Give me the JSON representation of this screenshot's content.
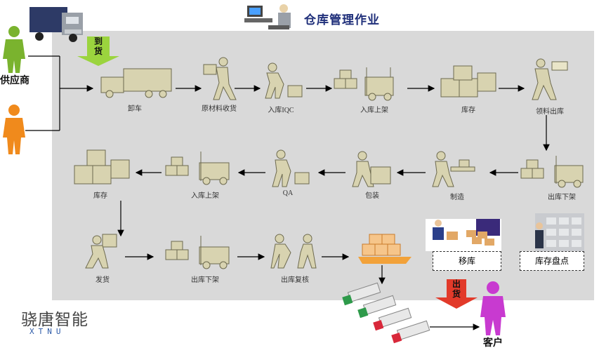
{
  "title": "仓库管理作业",
  "supplier": "供应商",
  "customer": "客户",
  "arrive_tag": "到货",
  "ship_tag": "出货",
  "row1": [
    "卸车",
    "原材料收货",
    "入库IQC",
    "入库上架",
    "库存",
    "领料出库"
  ],
  "row2": [
    "出库下架",
    "制造",
    "包装",
    "QA",
    "入库上架",
    "库存"
  ],
  "row3": [
    "发货",
    "出库下架",
    "出库复核"
  ],
  "side_boxes": {
    "move": "移库",
    "count": "库存盘点"
  },
  "brand": {
    "name": "骁唐智能",
    "sub": "XTNU"
  },
  "colors": {
    "panel": "#d9d9d9",
    "icon": "#d8d3b0",
    "icon_stroke": "#6d6a4f",
    "arrow": "#000000",
    "supplier": "#7ab32e",
    "supplier2": "#f08a1c",
    "customer": "#c83ad0",
    "tag_green": "#9bd43e",
    "tag_red": "#e23a2a",
    "pallet": "#f2a23a"
  }
}
